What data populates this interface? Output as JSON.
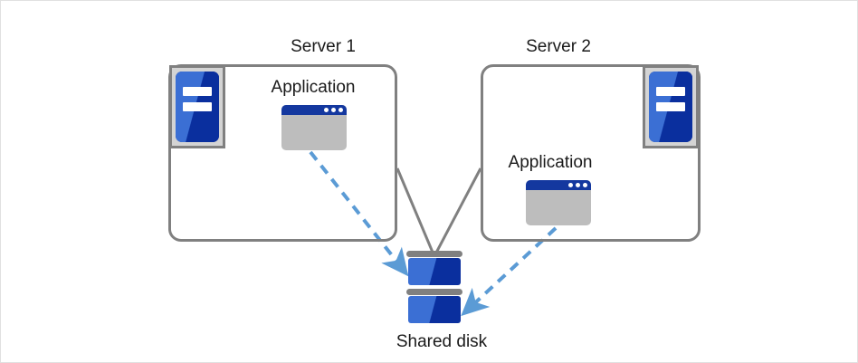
{
  "diagram": {
    "title": "Shared disk cluster diagram",
    "background": "#ffffff",
    "border_color": "#e0e0e0",
    "colors": {
      "box_outline": "#808080",
      "connector_line": "#808080",
      "arrow_blue": "#5b9bd5",
      "icon_blue_light": "#3b6fd4",
      "icon_blue_dark": "#0a2f9e",
      "titlebar_blue": "#14389f",
      "icon_gray": "#bdbdbd",
      "frame_gray": "#d4d4d4",
      "text": "#1a1a1a"
    }
  },
  "nodes": {
    "server1": {
      "label": "Server 1",
      "app_label": "Application",
      "server_icon": "server-machine-icon",
      "app_icon": "application-window-icon"
    },
    "server2": {
      "label": "Server 2",
      "app_label": "Application",
      "server_icon": "server-machine-icon",
      "app_icon": "application-window-icon"
    },
    "disk": {
      "label": "Shared disk",
      "icon": "disk-stack-icon",
      "units": 2
    }
  },
  "connectors": [
    {
      "name": "server1-to-disk-line",
      "style": "solid",
      "color": "#808080",
      "from": "server1",
      "to": "shared-disk"
    },
    {
      "name": "server2-to-disk-line",
      "style": "solid",
      "color": "#808080",
      "from": "server2",
      "to": "shared-disk"
    },
    {
      "name": "app1-to-disk-arrow",
      "style": "dashed",
      "color": "#5b9bd5",
      "from": "server1-application",
      "to": "shared-disk-upper"
    },
    {
      "name": "app2-to-disk-arrow",
      "style": "dashed",
      "color": "#5b9bd5",
      "from": "server2-application",
      "to": "shared-disk-lower"
    }
  ]
}
